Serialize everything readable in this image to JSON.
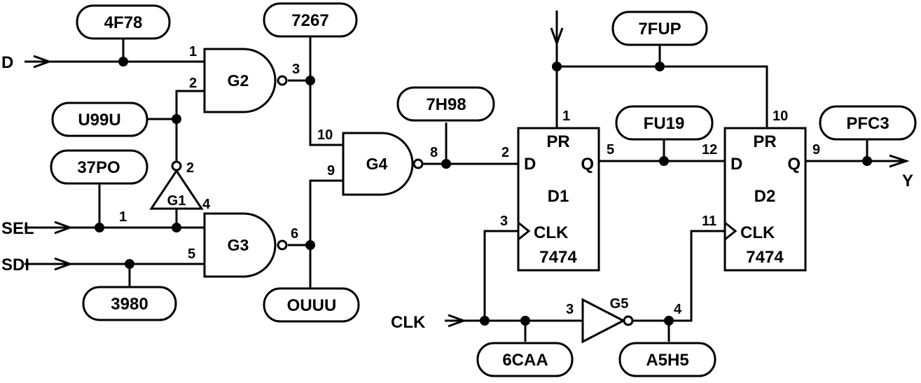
{
  "inputs": {
    "d": "D",
    "sel": "SEL",
    "sdi": "SDI",
    "clk": "CLK"
  },
  "output": {
    "y": "Y"
  },
  "gates": {
    "g1": "G1",
    "g2": "G2",
    "g3": "G3",
    "g4": "G4",
    "g5": "G5"
  },
  "flipflops": {
    "d1": {
      "name": "D1",
      "pr": "PR",
      "d": "D",
      "q": "Q",
      "clk": "CLK",
      "part": "7474"
    },
    "d2": {
      "name": "D2",
      "pr": "PR",
      "d": "D",
      "q": "Q",
      "clk": "CLK",
      "part": "7474"
    }
  },
  "net_labels": {
    "n4f78": "4F78",
    "n7267": "7267",
    "nu99u": "U99U",
    "n37po": "37PO",
    "n3980": "3980",
    "nouuu": "OUUU",
    "n7h98": "7H98",
    "n7fup": "7FUP",
    "nfu19": "FU19",
    "npfc3": "PFC3",
    "n6caa": "6CAA",
    "na5h5": "A5H5"
  },
  "pins": {
    "g2_in1": "1",
    "g2_in2": "2",
    "g2_out": "3",
    "g1_out": "2",
    "g1_in": "4",
    "sel_pin": "1",
    "g3_in5": "5",
    "g3_out": "6",
    "g4_in10": "10",
    "g4_in9": "9",
    "g4_out": "8",
    "d1_d": "2",
    "d1_pr": "1",
    "d1_q": "5",
    "d1_clk": "3",
    "d2_d": "12",
    "d2_pr": "10",
    "d2_q": "9",
    "d2_clk": "11",
    "g5_in": "3",
    "g5_out": "4"
  }
}
